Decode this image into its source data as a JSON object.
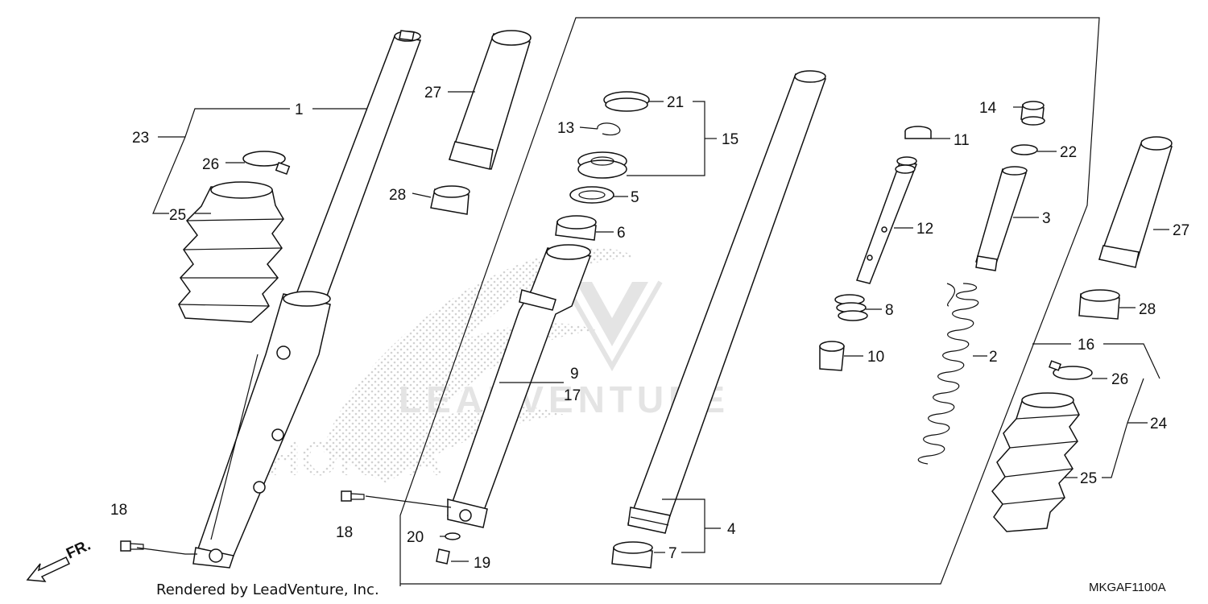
{
  "credit": "Rendered by LeadVenture, Inc.",
  "diagram_code": "MKGAF1100A",
  "watermark_text": "LEADVENTURE",
  "background_brand": "HONDA",
  "direction_label": "FR.",
  "callouts": [
    "1",
    "2",
    "3",
    "4",
    "5",
    "6",
    "7",
    "8",
    "9",
    "10",
    "11",
    "12",
    "13",
    "14",
    "15",
    "16",
    "17",
    "18",
    "19",
    "20",
    "21",
    "22",
    "23",
    "24",
    "25",
    "26",
    "27",
    "28"
  ],
  "colors": {
    "ink": "#111111",
    "watermark": "#e4e4e4"
  }
}
